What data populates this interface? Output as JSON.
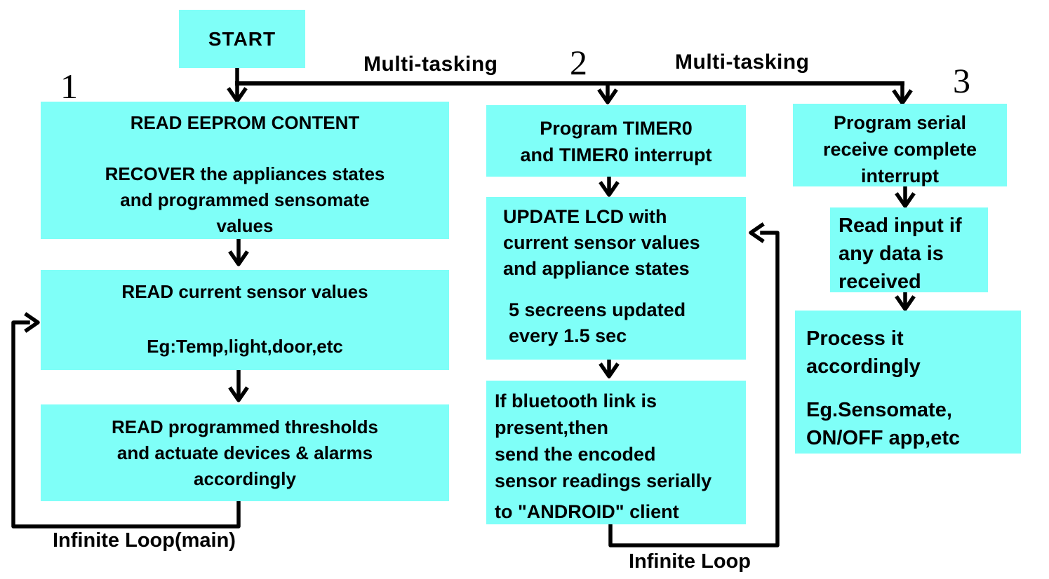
{
  "colors": {
    "box_fill": "#7FFFF8",
    "line": "#000000"
  },
  "labels": {
    "start": "START",
    "multitasking_left": "Multi-tasking",
    "multitasking_right": "Multi-tasking",
    "num1": "1",
    "num2": "2",
    "num3": "3",
    "infinite_loop_main": "Infinite Loop(main)",
    "infinite_loop": "Infinite Loop"
  },
  "col1": {
    "box1": {
      "lines": [
        "READ EEPROM CONTENT",
        "RECOVER the appliances states",
        "and programmed sensomate",
        "values"
      ]
    },
    "box2": {
      "lines": [
        "READ current sensor values",
        "Eg:Temp,light,door,etc"
      ]
    },
    "box3": {
      "lines": [
        "READ programmed thresholds",
        "and actuate devices & alarms",
        "accordingly"
      ]
    }
  },
  "col2": {
    "box1": {
      "lines": [
        "Program TIMER0",
        "and TIMER0 interrupt"
      ]
    },
    "box2": {
      "lines": [
        "UPDATE LCD with",
        "current sensor values",
        "and appliance states",
        "5 secreens updated",
        "every 1.5 sec"
      ]
    },
    "box3": {
      "lines": [
        "If bluetooth link is",
        "present,then",
        "send the encoded",
        "sensor readings serially",
        "to \"ANDROID\" client"
      ]
    }
  },
  "col3": {
    "box1": {
      "lines": [
        "Program serial",
        "receive complete",
        "interrupt"
      ]
    },
    "box2": {
      "lines": [
        "Read input if",
        "any data is",
        "received"
      ]
    },
    "box3": {
      "lines": [
        "Process it",
        "accordingly",
        "Eg.Sensomate,",
        "ON/OFF app,etc"
      ]
    }
  }
}
